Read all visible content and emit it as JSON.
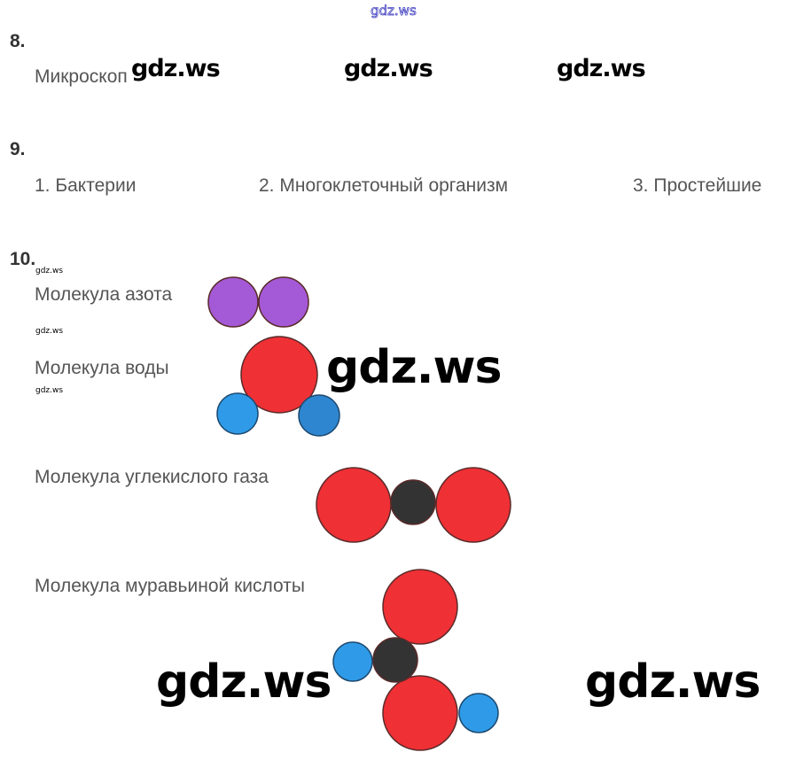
{
  "watermark": "gdz.ws",
  "q8": {
    "number": "8.",
    "answer": "Микроскоп"
  },
  "q9": {
    "number": "9.",
    "items": [
      "1. Бактерии",
      "2. Многоклеточный организм",
      "3. Простейшие"
    ]
  },
  "q10": {
    "number": "10.",
    "molecules": [
      {
        "label": "Молекула азота"
      },
      {
        "label": "Молекула воды"
      },
      {
        "label": "Молекула углекислого газа"
      },
      {
        "label": "Молекула муравьиной кислоты"
      }
    ]
  },
  "colors": {
    "nitrogen": "#a45ad6",
    "oxygen": "#ef3035",
    "hydrogen": "#2f9be8",
    "carbon": "#333333"
  }
}
